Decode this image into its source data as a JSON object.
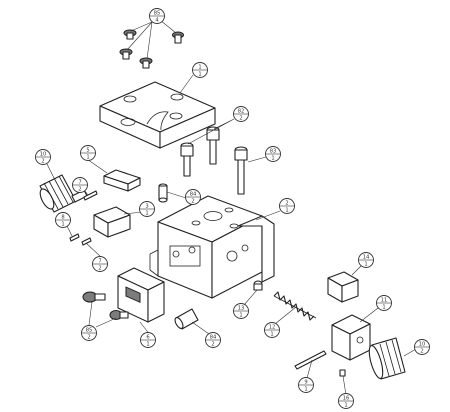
{
  "callouts": [
    {
      "id": "c85a",
      "num": "85",
      "qty": "4"
    },
    {
      "id": "c1",
      "num": "1",
      "qty": "1"
    },
    {
      "id": "c82",
      "num": "82",
      "qty": "2"
    },
    {
      "id": "c83",
      "num": "83",
      "qty": "1"
    },
    {
      "id": "c10a",
      "num": "10",
      "qty": "2"
    },
    {
      "id": "c5",
      "num": "5",
      "qty": "1"
    },
    {
      "id": "c7a",
      "num": "7",
      "qty": "2"
    },
    {
      "id": "c84a",
      "num": "84",
      "qty": "2"
    },
    {
      "id": "c3",
      "num": "3",
      "qty": "1"
    },
    {
      "id": "c8",
      "num": "8",
      "qty": "1"
    },
    {
      "id": "c7b",
      "num": "7",
      "qty": "2"
    },
    {
      "id": "c2",
      "num": "2",
      "qty": "1"
    },
    {
      "id": "c14",
      "num": "14",
      "qty": "1"
    },
    {
      "id": "c13",
      "num": "13",
      "qty": "1"
    },
    {
      "id": "c12",
      "num": "12",
      "qty": "1"
    },
    {
      "id": "c11",
      "num": "11",
      "qty": "1"
    },
    {
      "id": "c85b",
      "num": "85",
      "qty": "2"
    },
    {
      "id": "c6",
      "num": "6",
      "qty": "1"
    },
    {
      "id": "c84b",
      "num": "84",
      "qty": "2"
    },
    {
      "id": "c10b",
      "num": "10",
      "qty": "2"
    },
    {
      "id": "c9",
      "num": "9",
      "qty": "1"
    },
    {
      "id": "c16",
      "num": "16",
      "qty": "1"
    }
  ]
}
